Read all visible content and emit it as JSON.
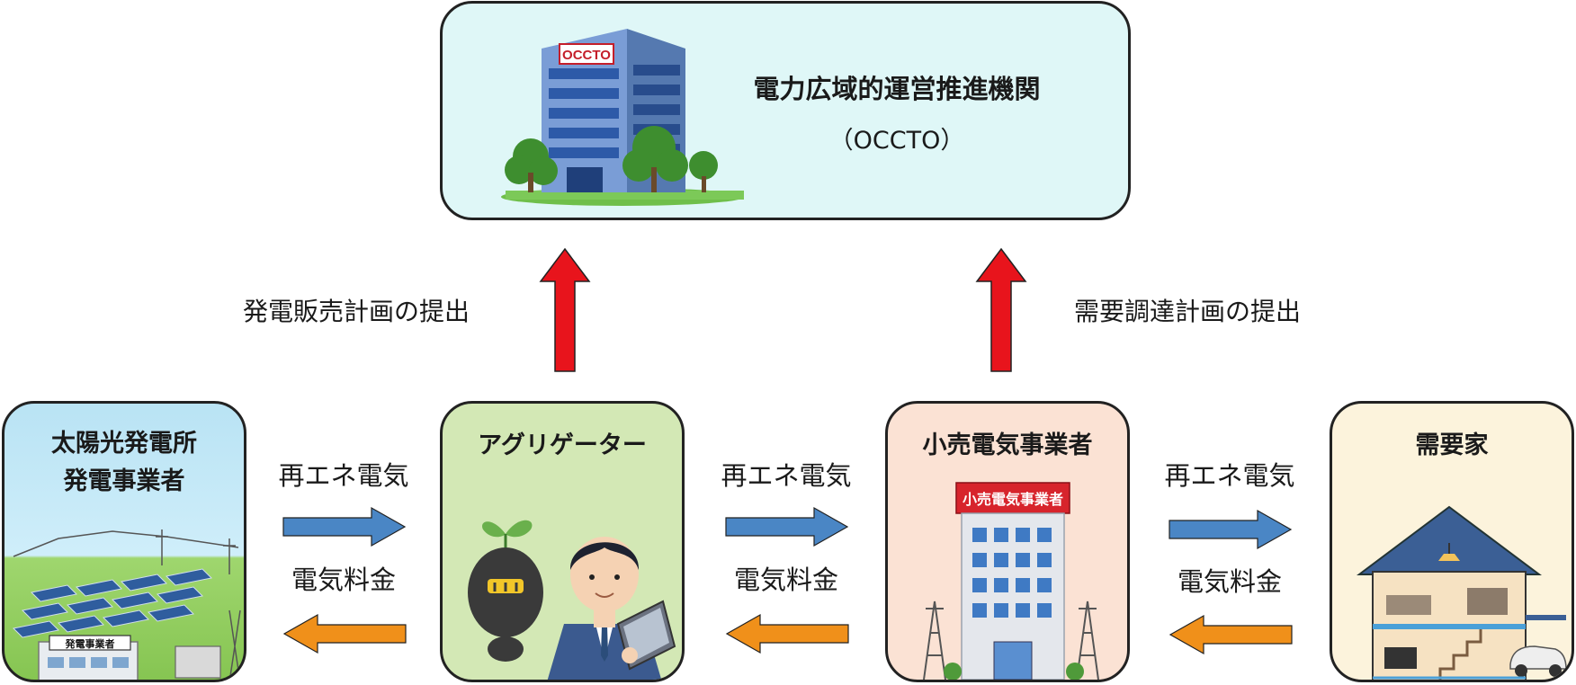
{
  "colors": {
    "occto_bg": "#dff7f7",
    "solar_bg": "#b9e3f4",
    "aggregator_bg": "#d3e8b5",
    "retailer_bg": "#fbe2d4",
    "consumer_bg": "#fcf3dc",
    "electricity_arrow": "#4a86c5",
    "payment_arrow": "#f0901a",
    "submission_arrow": "#e8141c"
  },
  "occto": {
    "name": "電力広域的運営推進機関",
    "abbr": "（OCCTO）",
    "building_sign": "OCCTO",
    "icon": "office-building-illustration"
  },
  "submissions": {
    "left": "発電販売計画の提出",
    "right": "需要調達計画の提出"
  },
  "entities": {
    "solar": {
      "line1": "太陽光発電所",
      "line2": "発電事業者",
      "building_sign": "発電事業者",
      "icon": "solar-farm-illustration"
    },
    "aggregator": {
      "title": "アグリゲーター",
      "icon": "businessman-with-tablet-illustration"
    },
    "retailer": {
      "title": "小売電気事業者",
      "building_sign": "小売電気事業者",
      "icon": "retail-company-building-illustration"
    },
    "consumer": {
      "title": "需要家",
      "icon": "house-cutaway-illustration"
    }
  },
  "flows": [
    {
      "electricity": "再エネ電気",
      "payment": "電気料金"
    },
    {
      "electricity": "再エネ電気",
      "payment": "電気料金"
    },
    {
      "electricity": "再エネ電気",
      "payment": "電気料金"
    }
  ]
}
